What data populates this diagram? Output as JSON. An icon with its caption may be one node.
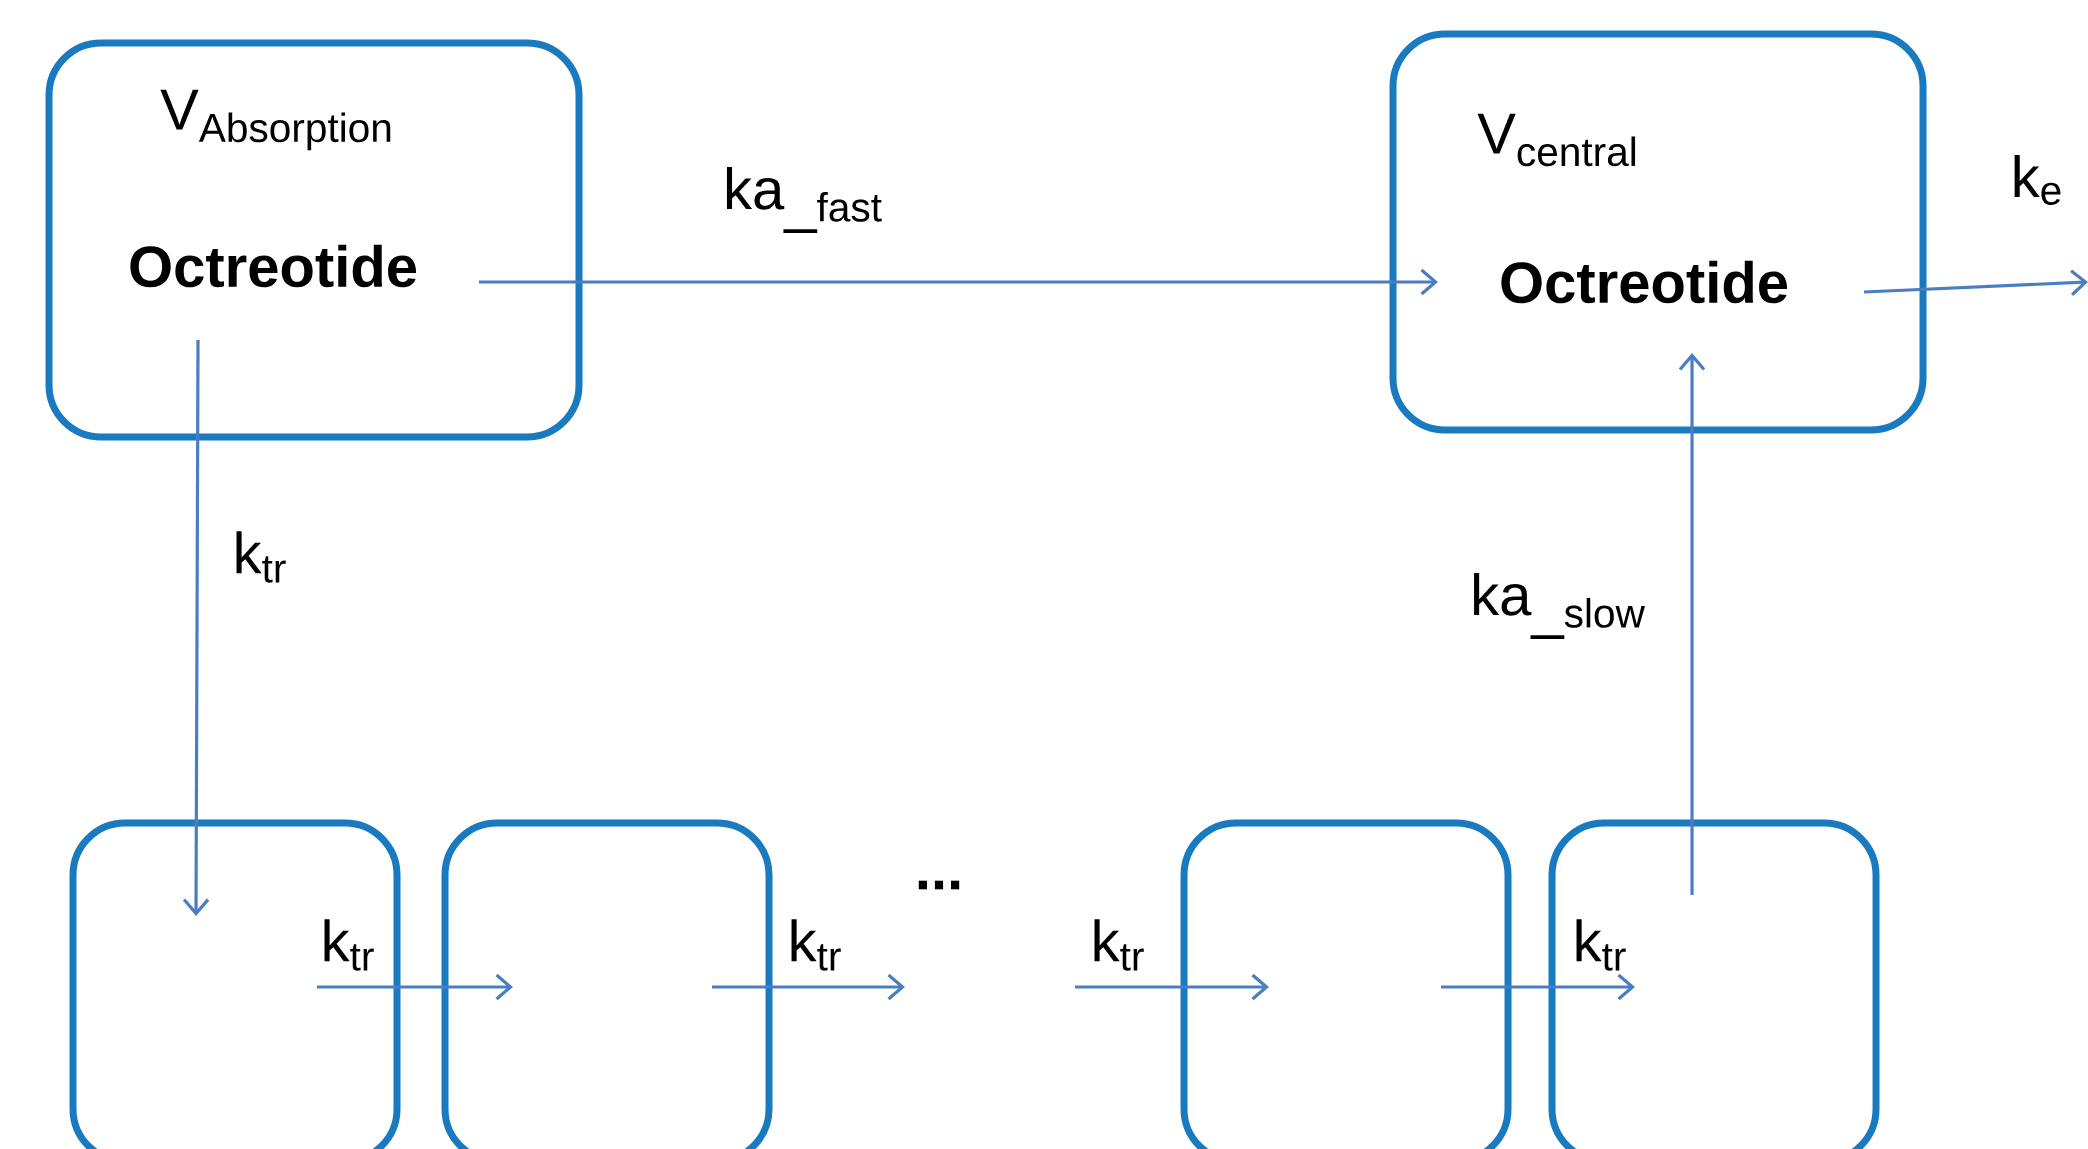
{
  "diagram": {
    "nodes": [
      {
        "text": [
          "\\mathrm{V}_{\\mathrm{Absorption}}",
          "Octreotide"
        ]
      },
      {
        "text": [
          "\\mathrm{V}_{\\mathrm{central}}",
          "Octreotide"
        ]
      },
      {
        "text": [],
        "shape": "box"
      },
      {
        "text": [],
        "shape": "box"
      },
      {
        "text": [],
        "shape": "box"
      },
      {
        "text": [],
        "shape": "box"
      }
    ],
    "edges": [
      {
        "from": 0,
        "to": 1,
        "arrow": "to",
        "label": "\\mathrm{ka}_{\\mathrm{\\_fast}}"
      },
      {
        "from": 0,
        "to": 2,
        "arrow": "to",
        "label": "\\mathrm{k}_{\\mathrm{tr}}"
      },
      {
        "from": 2,
        "to": 3,
        "arrow": "to",
        "label": "\\mathrm{k}_{\\mathrm{tr}}"
      },
      {
        "from": 3,
        "to": null,
        "arrow": "to",
        "label": "\\mathrm{k}_{\\mathrm{tr}}"
      },
      {
        "from": null,
        "to": 4,
        "arrow": "to",
        "label": "\\mathrm{k}_{\\mathrm{tr}}"
      },
      {
        "from": 4,
        "to": 5,
        "arrow": "to",
        "label": "\\mathrm{k}_{\\mathrm{tr}}"
      },
      {
        "from": 5,
        "to": 1,
        "arrow": "to",
        "label": "\\mathrm{ka}_{\\mathrm{\\_slow}}"
      },
      {
        "from": 1,
        "to": null,
        "arrow": "to",
        "label": "\\mathrm{k}_{\\mathrm{e}}"
      }
    ],
    "labels": [
      "..."
    ]
  }
}
